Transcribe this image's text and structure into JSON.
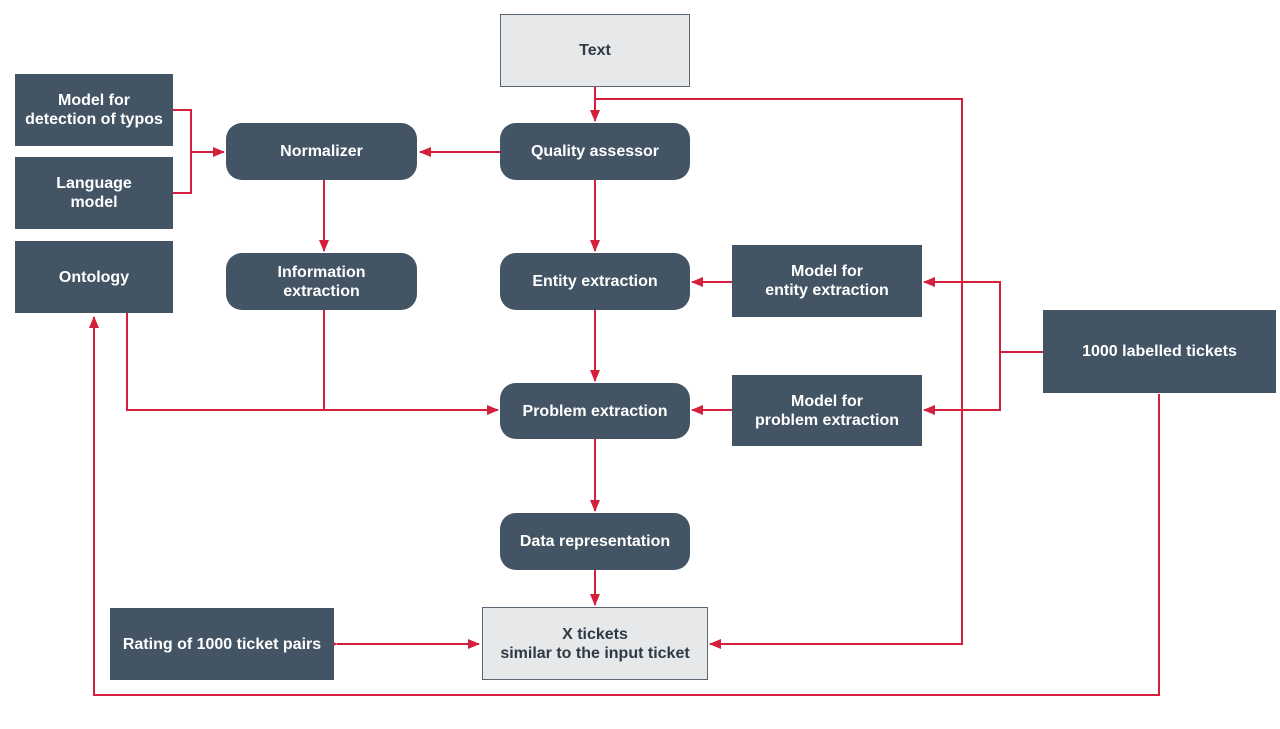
{
  "colors": {
    "node_dark": "#435464",
    "node_light": "#e7e8e9",
    "node_text_light": "#ffffff",
    "node_text_dark": "#2e3b47",
    "connector": "#d4203c"
  },
  "nodes": {
    "text": "Text",
    "quality_assessor": "Quality assessor",
    "normalizer": "Normalizer",
    "typo_model": "Model for\ndetection of typos",
    "language_model": "Language\nmodel",
    "ontology": "Ontology",
    "information_extraction": "Information\nextraction",
    "entity_extraction": "Entity extraction",
    "entity_model": "Model for\nentity extraction",
    "labelled_tickets": "1000 labelled tickets",
    "problem_extraction": "Problem extraction",
    "problem_model": "Model for\nproblem extraction",
    "data_representation": "Data representation",
    "similar_tickets": "X tickets\nsimilar to the input ticket",
    "rating_pairs": "Rating of 1000 ticket pairs"
  }
}
